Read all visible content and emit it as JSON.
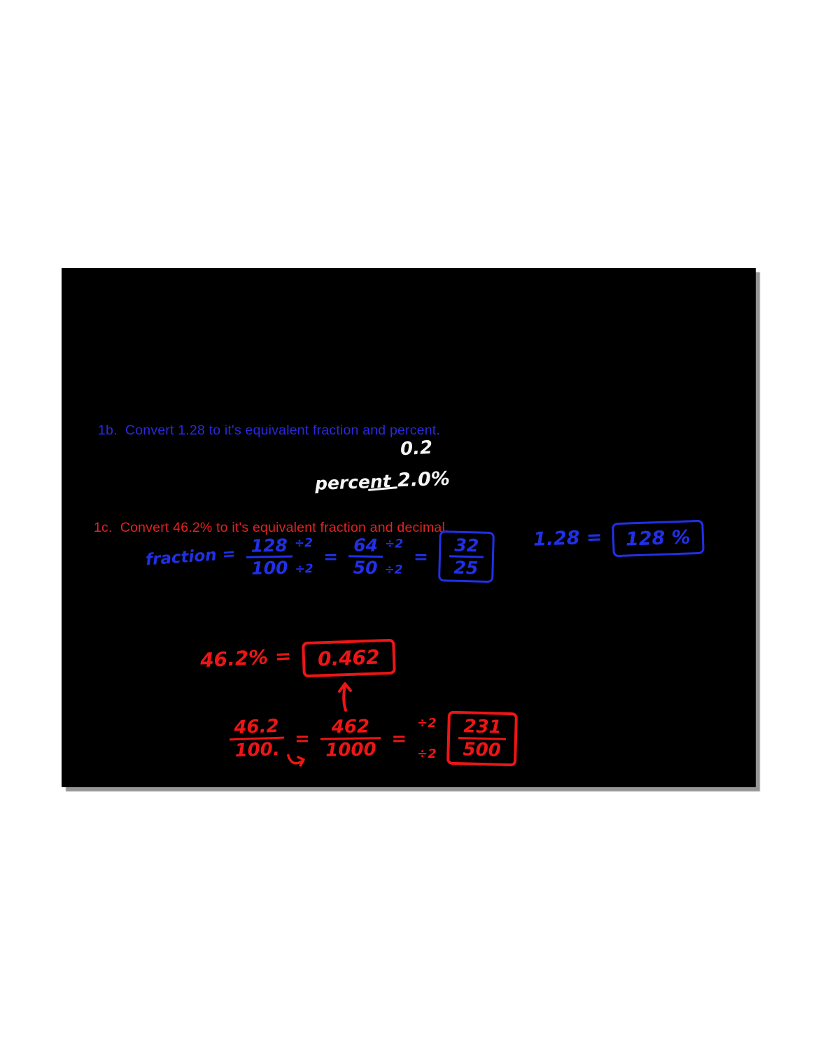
{
  "colors": {
    "page_bg": "#ffffff",
    "canvas_bg": "#000000",
    "typed_blue": "#2a2ae0",
    "typed_red": "#df2424",
    "ink_blue": "#2030e8",
    "ink_red": "#ee1515",
    "ink_white": "#f5f5f5"
  },
  "problems": {
    "b": {
      "text": "1b.  Convert 1.28 to it's equivalent fraction and percent."
    },
    "c": {
      "text": "1c.  Convert 46.2% to it's equivalent fraction and decimal."
    }
  },
  "white_notes": {
    "decimal": "0.2",
    "percent_label": "percent",
    "percent_value": "2.0%"
  },
  "blue_work": {
    "fraction_label": "fraction =",
    "frac1": {
      "num": "128",
      "den": "100",
      "num_op": "÷2",
      "den_op": "÷2"
    },
    "eq1": "=",
    "frac2": {
      "num": "64",
      "den": "50",
      "num_op": "÷2",
      "den_op": "÷2"
    },
    "eq2": "=",
    "answer_frac": {
      "num": "32",
      "den": "25"
    },
    "percent_lhs": "1.28 =",
    "percent_answer": "128 %"
  },
  "red_work": {
    "decimal_lhs": "46.2% =",
    "decimal_answer": "0.462",
    "frac1": {
      "num": "46.2",
      "den": "100."
    },
    "eq1": "=",
    "frac2": {
      "num": "462",
      "den": "1000"
    },
    "eq2": "=",
    "num_op": "÷2",
    "den_op": "÷2",
    "answer_frac": {
      "num": "231",
      "den": "500"
    }
  },
  "icons": {
    "up_arrow": "↑",
    "curve_arrow": "↷"
  }
}
